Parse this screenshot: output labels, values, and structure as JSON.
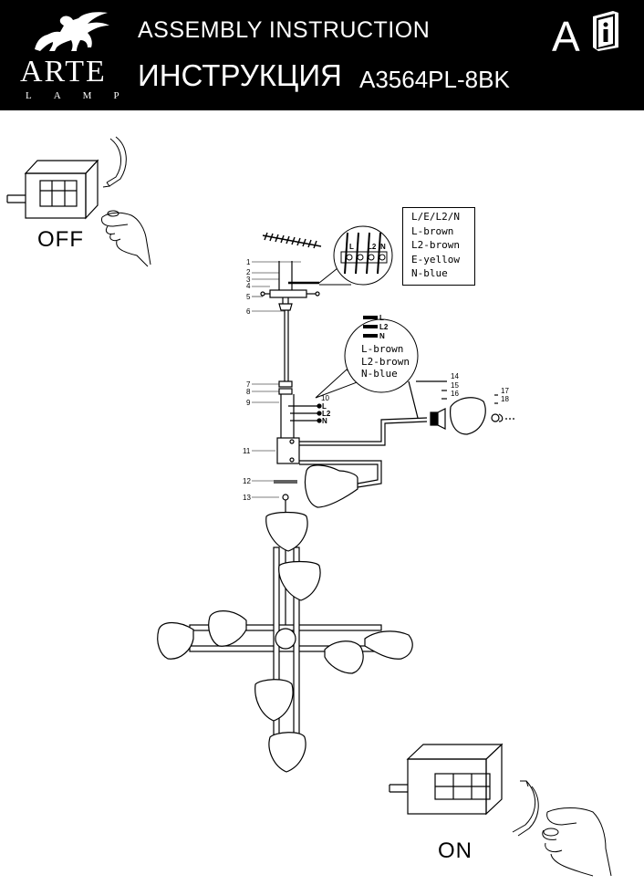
{
  "header": {
    "brand": "ARTE",
    "brand_sub": "LAMP",
    "title_en": "ASSEMBLY  INSTRUCTION",
    "title_ru": "ИНСТРУКЦИЯ",
    "model": "A3564PL-8BK",
    "language": "A"
  },
  "switch_off": {
    "label": "OFF"
  },
  "switch_on": {
    "label": "ON"
  },
  "wire_legend": [
    "L/E/L2/N",
    "L-brown",
    "L2-brown",
    "E-yellow",
    "N-blue"
  ],
  "bubble_legend": [
    "L-brown",
    "L2-brown",
    "N-blue"
  ],
  "terminal_labels": [
    "L",
    "L2",
    "N"
  ],
  "terminal_block_labels": [
    "L",
    "L2",
    "N"
  ],
  "part_numbers": [
    "1",
    "2",
    "3",
    "4",
    "5",
    "6",
    "7",
    "8",
    "9",
    "10",
    "11",
    "12",
    "13",
    "14",
    "15",
    "16",
    "17",
    "18"
  ]
}
